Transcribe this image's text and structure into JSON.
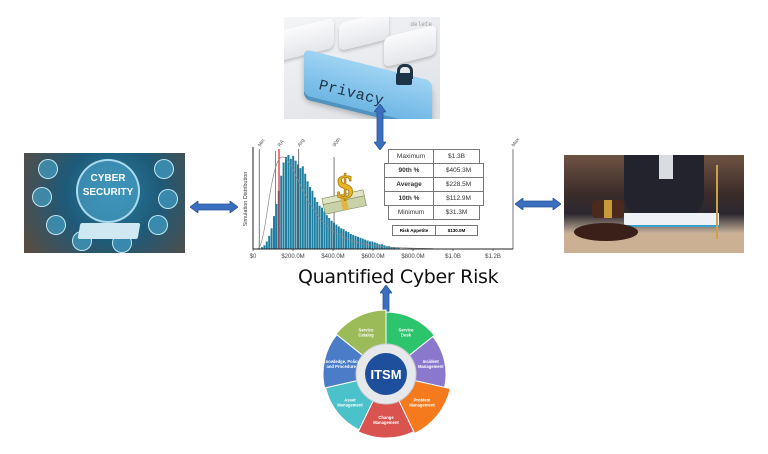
{
  "images": {
    "privacy": {
      "key_label": "Privacy",
      "corner_key_label": "delete",
      "icon": "padlock-icon"
    },
    "cyber_security": {
      "line1": "CYBER",
      "line2": "SECURITY"
    },
    "legal": {
      "description": "gavel-and-scales"
    }
  },
  "center_title": "Quantified Cyber Risk",
  "stats_table": {
    "rows": [
      {
        "label": "Maximum",
        "value": "$1.3B",
        "bold": false
      },
      {
        "label": "90th %",
        "value": "$405.3M",
        "bold": true
      },
      {
        "label": "Average",
        "value": "$228.5M",
        "bold": true
      },
      {
        "label": "10th %",
        "value": "$112.9M",
        "bold": true
      },
      {
        "label": "Minimum",
        "value": "$31.3M",
        "bold": false
      }
    ],
    "risk_appetite": {
      "label": "Risk Appetite",
      "value": "$130.0M"
    }
  },
  "chart_data": {
    "type": "bar",
    "title": "",
    "xlabel": "",
    "ylabel": "Simulation Distribution",
    "xlim": [
      0,
      1300
    ],
    "x_units": "$M",
    "x_ticks": [
      "$0",
      "$200.0M",
      "$400.0M",
      "$600.0M",
      "$800.0M",
      "$1.0B",
      "$1.2B"
    ],
    "x_tick_values": [
      0,
      200,
      400,
      600,
      800,
      1000,
      1200
    ],
    "markers": [
      {
        "label": "Min",
        "value": 31.3,
        "color": "#555555"
      },
      {
        "label": "RA",
        "value": 130.0,
        "color": "#e02020"
      },
      {
        "label": "Avg",
        "value": 228.5,
        "color": "#555555"
      },
      {
        "label": "90th",
        "value": 405.3,
        "color": "#555555"
      },
      {
        "label": "Max",
        "value": 1300,
        "color": "#555555"
      }
    ],
    "marker_10th": {
      "label": "10th",
      "value": 112.9
    },
    "histogram": {
      "bin_start": 40,
      "bin_width": 12,
      "counts": [
        2,
        4,
        8,
        14,
        22,
        35,
        48,
        62,
        78,
        92,
        98,
        100,
        96,
        99,
        94,
        90,
        86,
        88,
        80,
        72,
        66,
        62,
        55,
        50,
        46,
        44,
        40,
        36,
        33,
        30,
        28,
        26,
        24,
        22,
        21,
        19,
        18,
        16,
        15,
        14,
        13,
        12,
        11,
        10,
        9,
        8,
        8,
        7,
        6,
        5,
        5,
        4,
        3,
        3,
        2,
        2,
        1,
        1
      ],
      "bar_color": "#1f7fa2"
    },
    "fit_curve": "lognormal"
  },
  "itsm": {
    "center_label": "ITSM",
    "segments": [
      {
        "label": "Service Catalog",
        "color": "#9bbb59"
      },
      {
        "label": "Service Desk",
        "color": "#2dc46e"
      },
      {
        "label": "Incident Management",
        "color": "#8a78cc"
      },
      {
        "label": "Problem Management",
        "color": "#f57a1e"
      },
      {
        "label": "Change Management",
        "color": "#d9534f"
      },
      {
        "label": "Asset Management",
        "color": "#4bc1c9"
      },
      {
        "label": "Knowledge, Policy and Procedure",
        "color": "#4a7cc8"
      }
    ],
    "center_color": "#1e4f9c",
    "ring_color": "#e6e8ea"
  },
  "colors": {
    "arrow": "#3a6fbf",
    "arrow_dark": "#2c5596"
  }
}
